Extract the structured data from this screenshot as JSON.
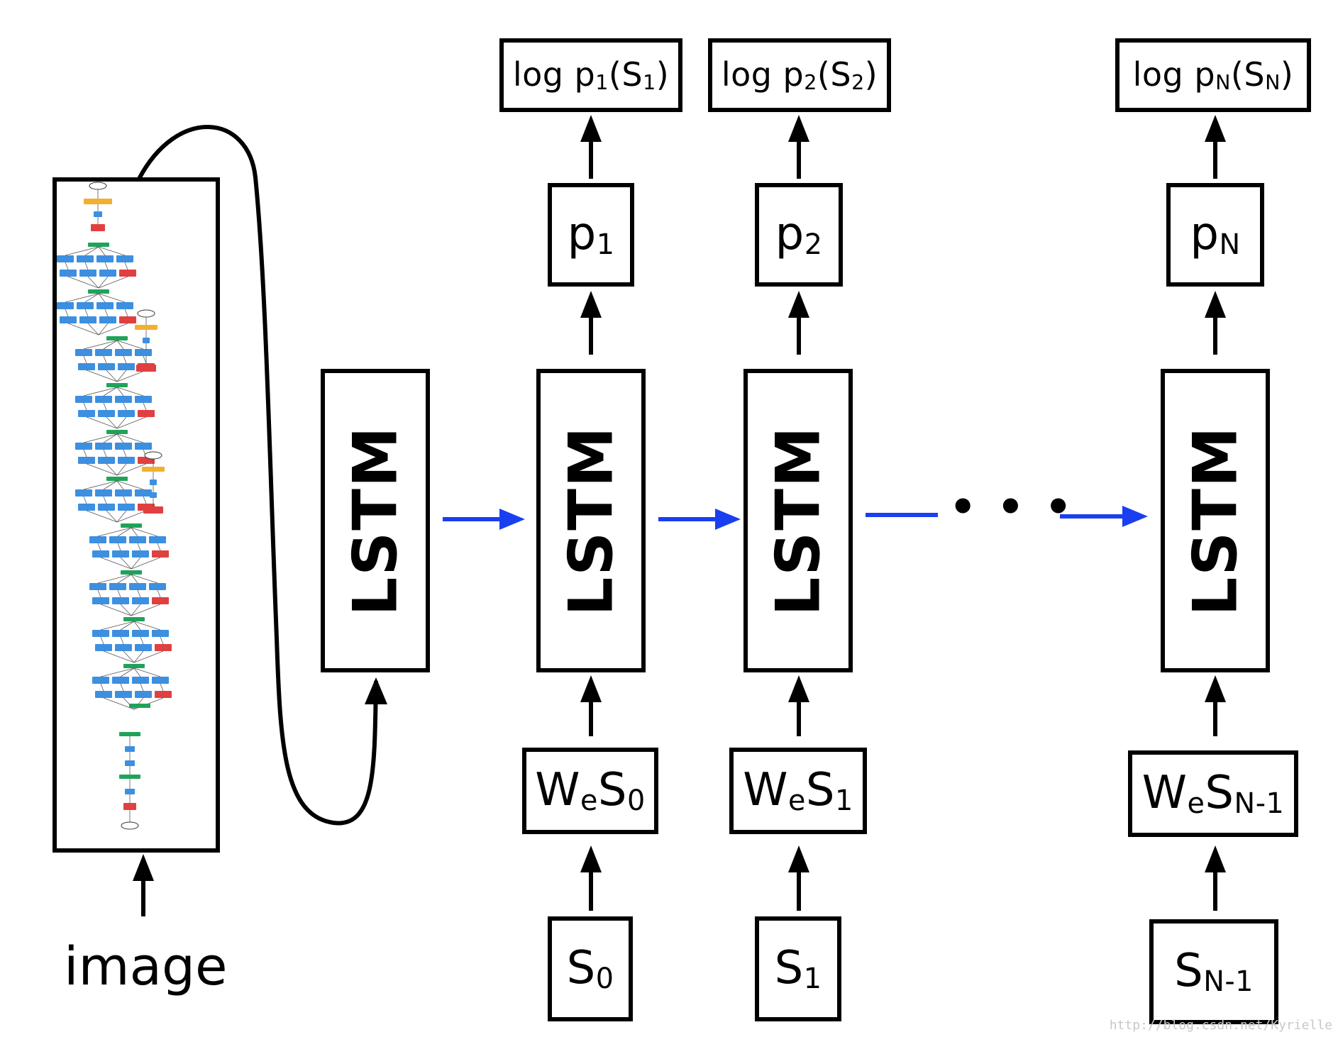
{
  "image_label": "image",
  "lstm_label": "LSTM",
  "ellipsis": "• • •",
  "watermark": "http://blog.csdn.net/Kyrielle",
  "colors": {
    "recurrent_arrow": "#1a3ff0",
    "stroke": "#000000"
  },
  "columns": [
    {
      "id": "t0",
      "log": {
        "a": "log p",
        "s1": "1",
        "b": "(S",
        "s2": "1",
        "c": ")"
      },
      "p": {
        "a": "p",
        "s": "1"
      },
      "we": {
        "a": "W",
        "e": "e",
        "b": "S",
        "s": "0"
      },
      "s": {
        "a": "S",
        "s": "0"
      }
    },
    {
      "id": "t1",
      "log": {
        "a": "log p",
        "s1": "2",
        "b": "(S",
        "s2": "2",
        "c": ")"
      },
      "p": {
        "a": "p",
        "s": "2"
      },
      "we": {
        "a": "W",
        "e": "e",
        "b": "S",
        "s": "1"
      },
      "s": {
        "a": "S",
        "s": "1"
      }
    },
    {
      "id": "tN",
      "log": {
        "a": "log p",
        "s1": "N",
        "b": "(S",
        "s2": "N",
        "c": ")"
      },
      "p": {
        "a": "p",
        "s": "N"
      },
      "we": {
        "a": "W",
        "e": "e",
        "b": "S",
        "s": "N-1"
      },
      "s": {
        "a": "S",
        "s": "N-1"
      }
    }
  ]
}
